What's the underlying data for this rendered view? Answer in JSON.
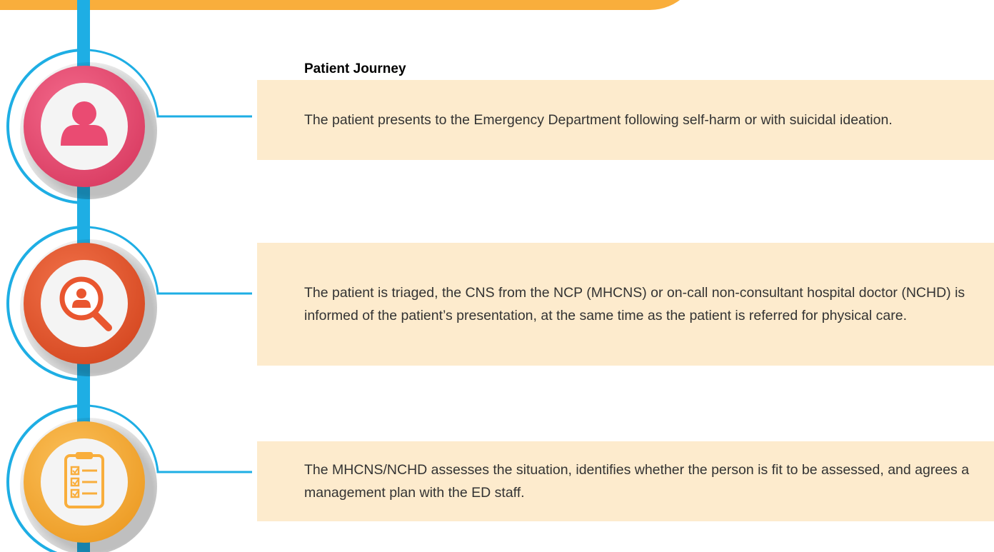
{
  "colors": {
    "banner": "#f9ae3c",
    "timeline_line": "#1eaee4",
    "text_box_background": "#fdebcd",
    "step1_accent": "#ea4b72",
    "step2_accent": "#e9562f",
    "step3_accent": "#f9ae3c"
  },
  "header": {
    "title": "Patient Journey"
  },
  "steps": [
    {
      "icon": "person-icon",
      "text": "The patient presents to the Emergency Department following self-harm or with suicidal ideation."
    },
    {
      "icon": "magnifier-person-icon",
      "text": "The patient is triaged, the CNS from the NCP (MHCNS) or on-call non-consultant hospital doctor (NCHD) is informed of the patient’s presentation, at the same time as the patient is referred for physical care."
    },
    {
      "icon": "checklist-clipboard-icon",
      "text": "The MHCNS/NCHD assesses the situation, identifies whether the person is fit to be assessed, and agrees a management plan with the ED staff."
    }
  ]
}
